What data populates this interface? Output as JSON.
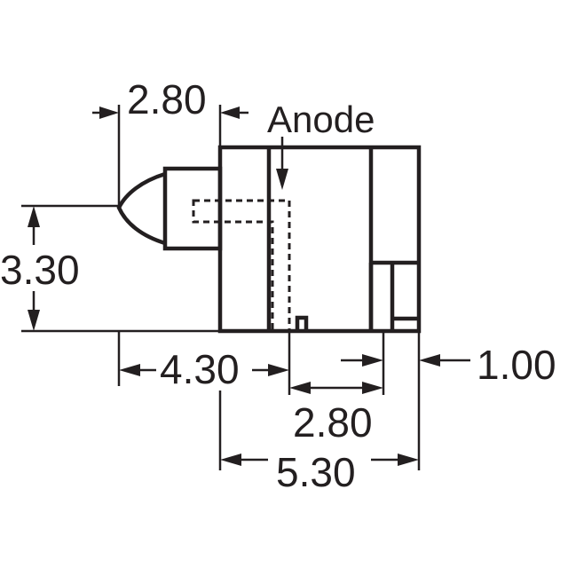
{
  "colors": {
    "ink": "#231f20",
    "background": "#ffffff"
  },
  "labels": {
    "anode": "Anode"
  },
  "dimensions": {
    "top_width": "2.80",
    "height": "3.30",
    "lens_offset": "4.30",
    "pin_width": "2.80",
    "right_offset": "1.00",
    "overall_width": "5.30"
  }
}
